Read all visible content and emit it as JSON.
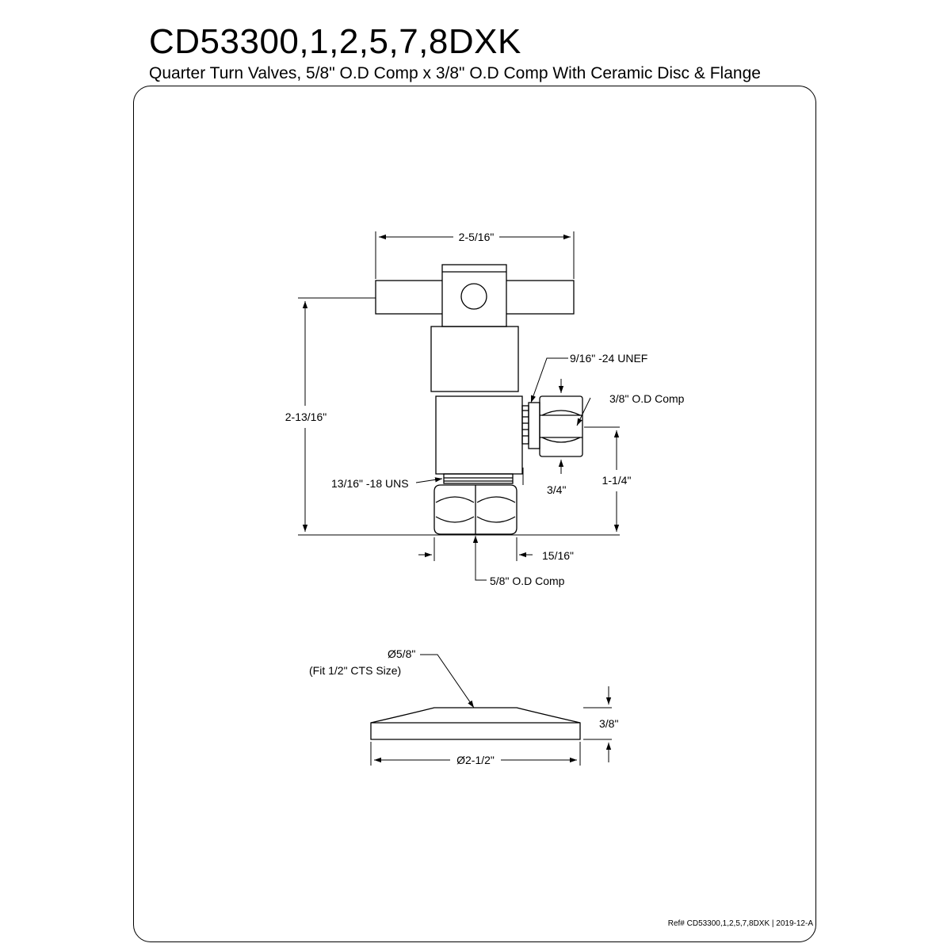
{
  "header": {
    "model": "CD53300,1,2,5,7,8DXK",
    "description": "Quarter Turn Valves, 5/8\" O.D Comp x 3/8\" O.D Comp With Ceramic Disc & Flange"
  },
  "valve": {
    "handle_width": "2-5/16\"",
    "overall_height": "2-13/16\"",
    "outlet_thread": "9/16\" -24 UNEF",
    "outlet_comp": "3/8\" O.D Comp",
    "outlet_height": "1-1/4\"",
    "inlet_thread": "13/16\" -18 UNS",
    "outlet_offset": "3/4\"",
    "inlet_nut_width": "15/16\"",
    "inlet_comp": "5/8\" O.D Comp"
  },
  "flange": {
    "bore": "Ø5/8\"",
    "bore_note": "(Fit 1/2\" CTS Size)",
    "height": "3/8\"",
    "diameter": "Ø2-1/2\""
  },
  "footer": {
    "ref": "Ref# CD53300,1,2,5,7,8DXK | 2019-12-A"
  }
}
